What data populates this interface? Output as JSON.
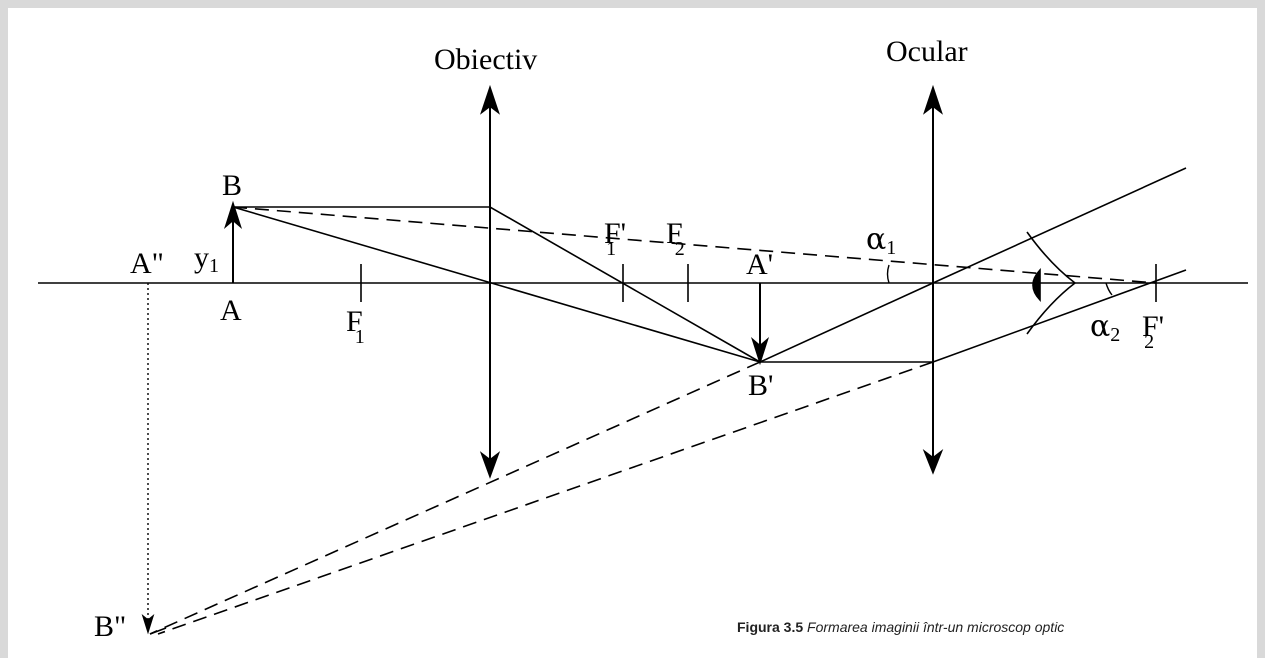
{
  "diagram": {
    "lenses": {
      "objective": "Obiectiv",
      "ocular": "Ocular"
    },
    "points": {
      "B": "B",
      "A": "A",
      "A2": "A\"",
      "B2": "B\"",
      "A1": "A'",
      "B1": "B'",
      "y": "y",
      "y_sub": "1",
      "F": "F",
      "F1_sub": "1",
      "F1p": "F'",
      "F1p_sub": "1",
      "F2_sub": "2",
      "F2p": "F'",
      "F2p_sub": "2",
      "alpha": "α",
      "alpha1_sub": "1",
      "alpha2_sub": "2"
    }
  },
  "caption": {
    "number": "Figura 3.5",
    "text": "Formarea imaginii într-un microscop optic"
  }
}
